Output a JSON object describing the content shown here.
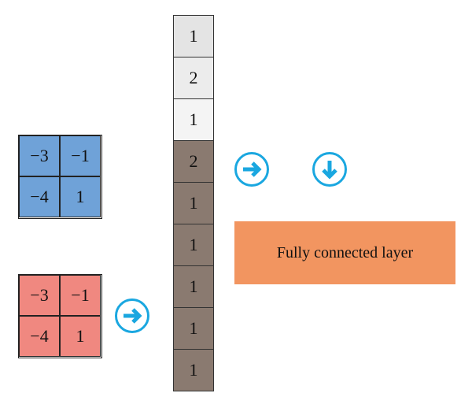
{
  "grids": {
    "blue": [
      "−3",
      "−1",
      "−4",
      "1"
    ],
    "red": [
      "−3",
      "−1",
      "−4",
      "1"
    ]
  },
  "vector": [
    "1",
    "2",
    "1",
    "2",
    "1",
    "1",
    "1",
    "1",
    "1"
  ],
  "fc_label": "Fully connected layer",
  "colors": {
    "blue_grid": "#6fa2d8",
    "red_grid": "#f08880",
    "vector_light": "#ececec",
    "vector_dark": "#8a7a70",
    "fc_box": "#f29560",
    "arrow": "#1aa7e0"
  }
}
